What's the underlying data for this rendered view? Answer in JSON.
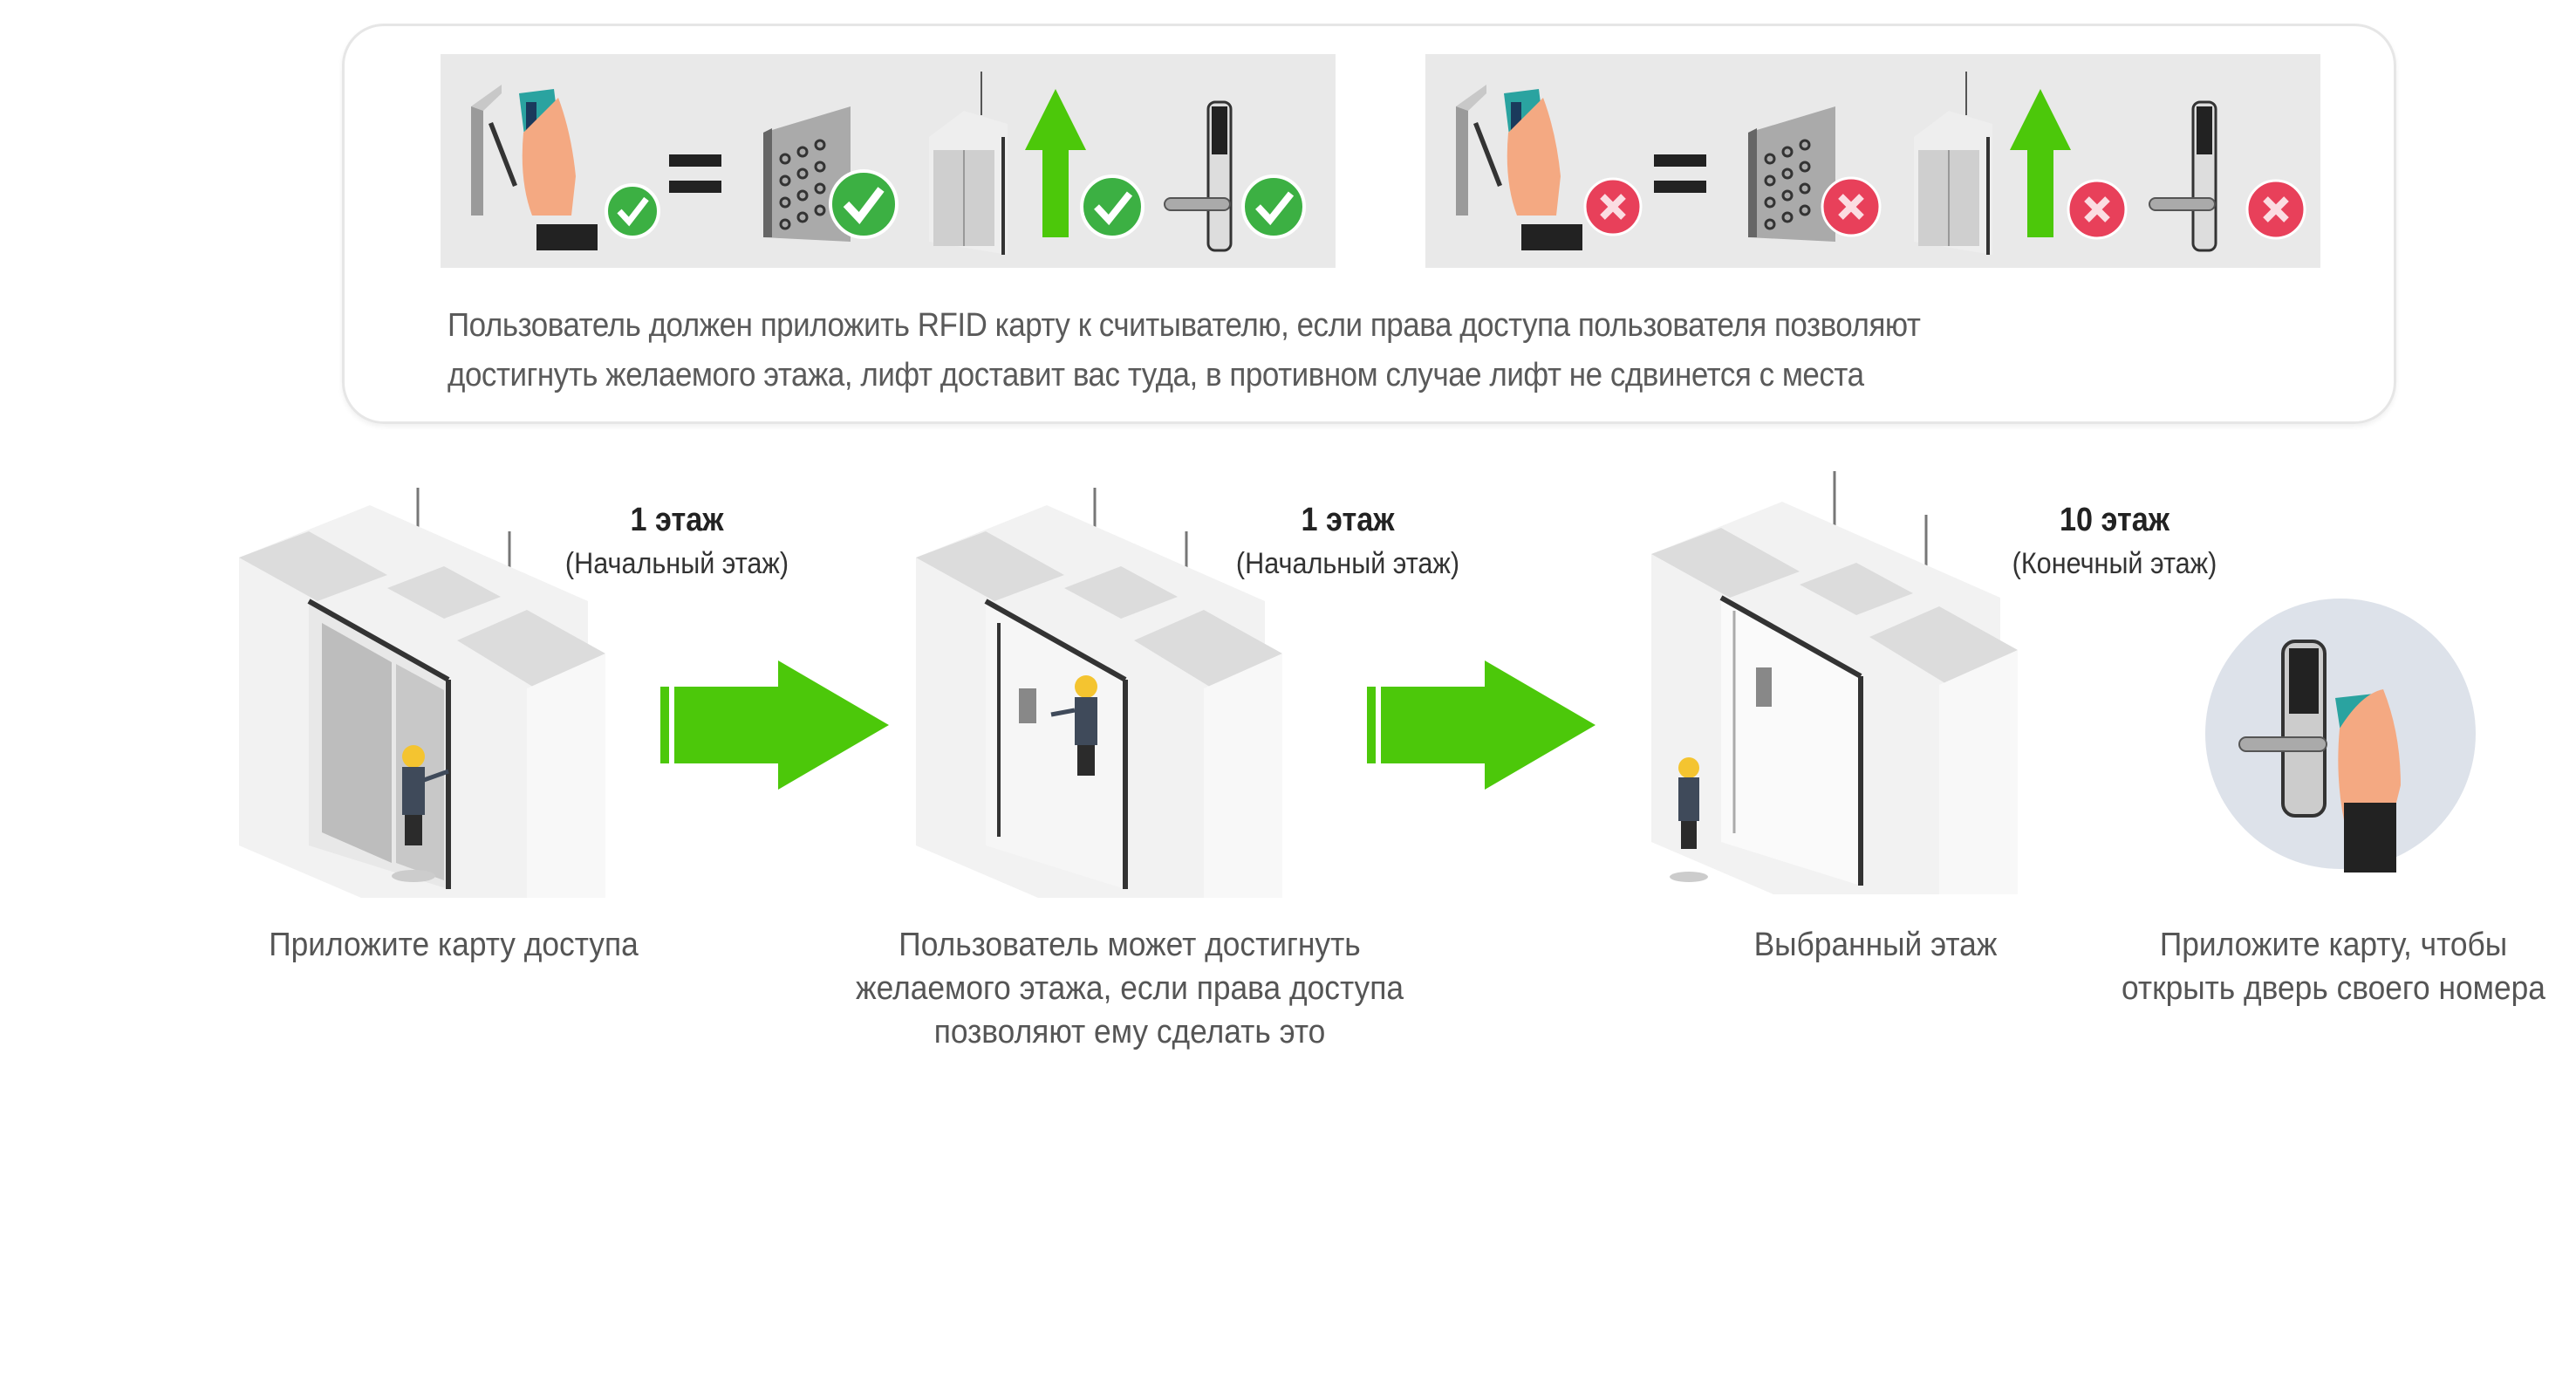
{
  "colors": {
    "accent_green": "#4cc80a",
    "check_green": "#3cb043",
    "cross_red": "#e8405a",
    "panel_bg": "#e9e9e9",
    "text_gray": "#5a5a5a"
  },
  "legend": {
    "allowed_panel": {
      "icons": [
        "hand-card-reader-icon",
        "equals-icon",
        "keypad-icon",
        "elevator-icon",
        "up-arrow-icon",
        "door-lock-icon"
      ],
      "badge": "check-icon"
    },
    "denied_panel": {
      "icons": [
        "hand-card-reader-icon",
        "equals-icon",
        "keypad-icon",
        "elevator-icon",
        "up-arrow-icon",
        "door-lock-icon"
      ],
      "badge": "cross-icon"
    },
    "description_line1": "Пользователь должен приложить RFID карту к считывателю, если права доступа пользователя позволяют",
    "description_line2": "достигнуть желаемого этажа, лифт доставит вас туда, в противном случае лифт не сдвинется с места"
  },
  "steps": [
    {
      "floor_title": "1 этаж",
      "floor_subtitle": "(Начальный этаж)",
      "caption_lines": [
        "Приложите карту доступа"
      ]
    },
    {
      "floor_title": "1 этаж",
      "floor_subtitle": "(Начальный этаж)",
      "caption_lines": [
        "Пользователь может достигнуть",
        "желаемого этажа, если права доступа",
        "позволяют ему сделать это"
      ]
    },
    {
      "floor_title": "10 этаж",
      "floor_subtitle": "(Конечный этаж)",
      "caption_lines": [
        "Выбранный этаж"
      ]
    },
    {
      "caption_lines": [
        "Приложите карту, чтобы",
        "открыть дверь своего номера"
      ]
    }
  ]
}
